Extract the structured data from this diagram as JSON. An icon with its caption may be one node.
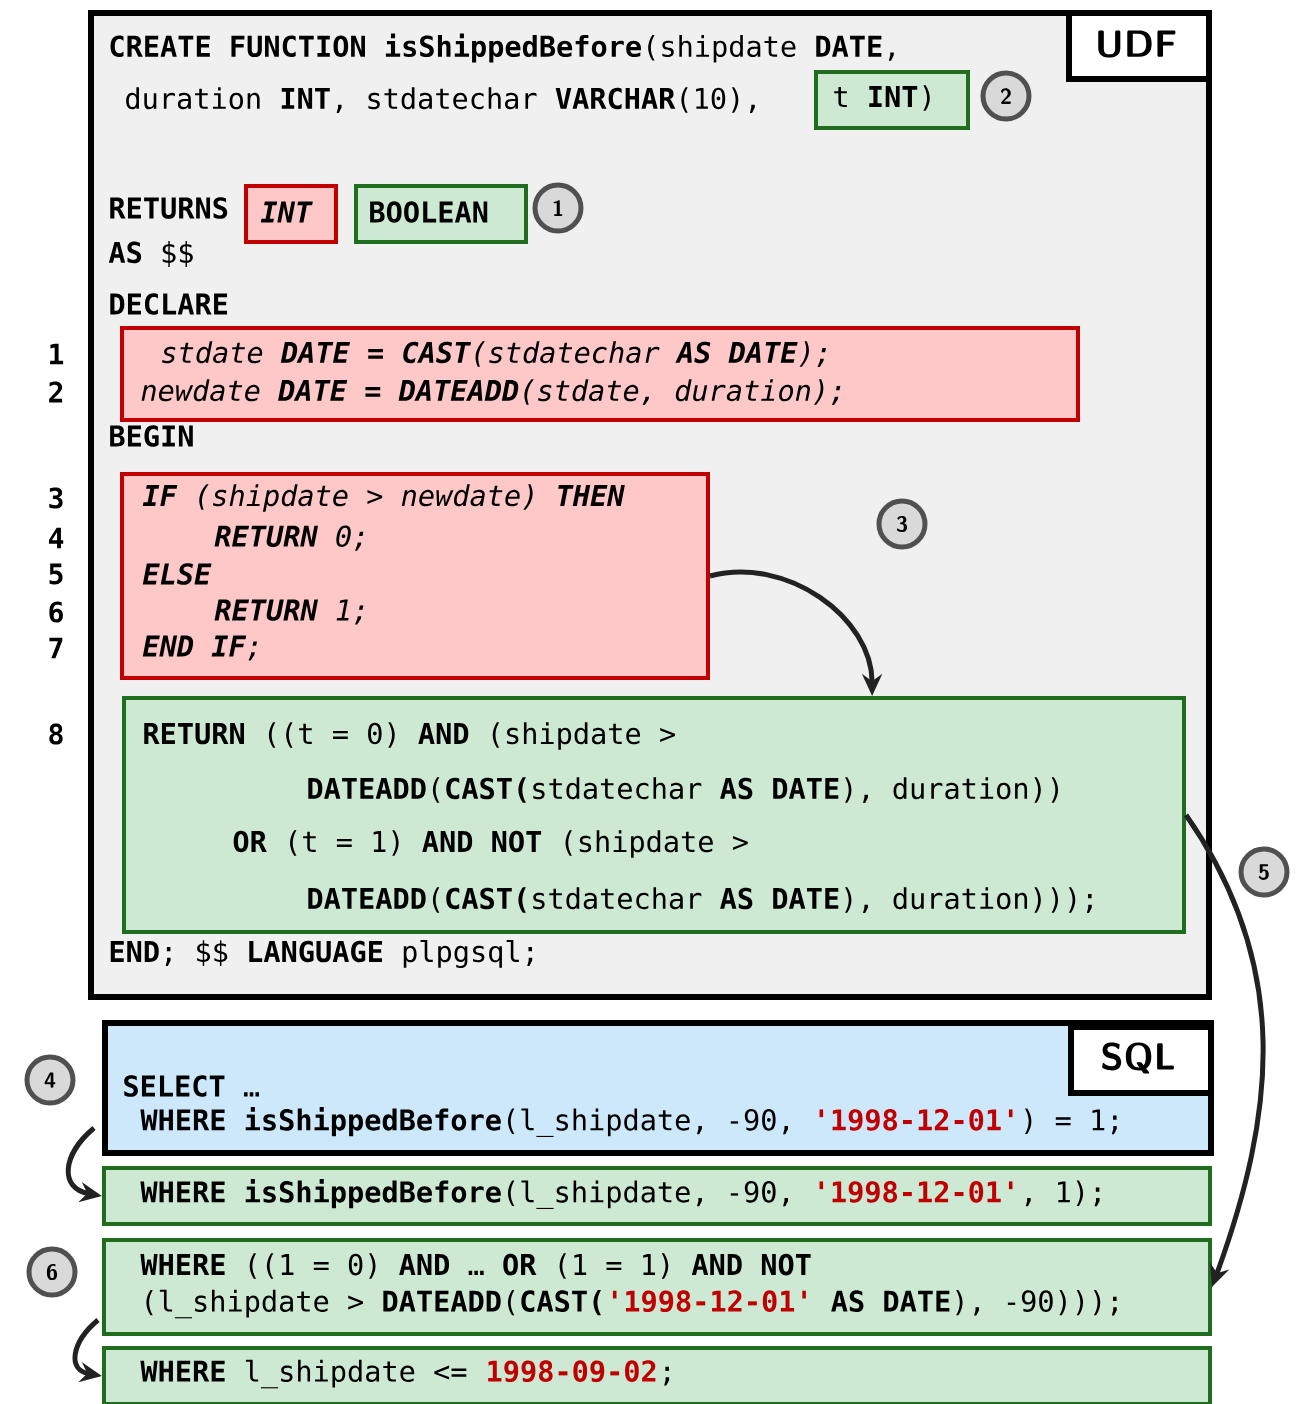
{
  "diagram": {
    "nodes": [
      {
        "text": [
          "**CREATE FUNCTION isShippedBefore**(shipdate **DATE**,",
          "duration **INT**, stdatechar **VARCHAR**(10),",
          "**RETURNS**",
          "**AS** $$",
          "**DECLARE**",
          "**BEGIN**",
          "**END**; $$ **LANGUAGE** plpgsql;"
        ]
      },
      {
        "text": [
          "UDF"
        ],
        "in": 0
      },
      {
        "text": [
          "t **INT**)"
        ],
        "in": 0
      },
      {
        "text": [
          "**INT**"
        ],
        "in": 0
      },
      {
        "text": [
          "**BOOLEAN**"
        ],
        "in": 0
      },
      {
        "text": [
          "stdate **DATE = CAST**(stdatechar **AS DATE**);",
          "newdate **DATE = DATEADD**(stdate, duration);"
        ],
        "in": 0
      },
      {
        "text": [
          "**IF** (shipdate > newdate) **THEN**",
          "**RETURN** 0;",
          "**ELSE**",
          "**RETURN** 1;",
          "**END IF**;"
        ],
        "in": 0
      },
      {
        "text": [
          "**RETURN** ((t = 0) **AND** (shipdate >",
          "**DATEADD**(**CAST(**stdatechar **AS DATE**), duration))",
          "**OR** (t = 1) **AND NOT** (shipdate >",
          "**DATEADD**(**CAST(**stdatechar **AS DATE**), duration)));"
        ],
        "in": 0
      },
      {
        "text": [
          "**SELECT** …",
          "**WHERE isShippedBefore**(l_shipdate, -90,",
          "**'1998-12-01'**",
          ") = 1;"
        ]
      },
      {
        "text": [
          "SQL"
        ],
        "in": 8
      },
      {
        "text": [
          "**WHERE isShippedBefore**(l_shipdate, -90,",
          "**'1998-12-01'**",
          ", 1);"
        ]
      },
      {
        "text": [
          "**WHERE** ((1 = 0) **AND** … **OR** (1 = 1) **AND NOT**",
          "(l_shipdate > **DATEADD**(**CAST(**",
          "**'1998-12-01'**",
          "**AS DATE**), -90)));"
        ]
      },
      {
        "text": [
          "**WHERE** l_shipdate <=",
          "**1998-09-02**",
          ";"
        ]
      }
    ],
    "edges": [
      {
        "from": 6,
        "to": 7,
        "arrow": "to"
      },
      {
        "from": 7,
        "to": 11,
        "arrow": "to"
      },
      {
        "from": 8,
        "to": 10,
        "arrow": "to"
      },
      {
        "from": 11,
        "to": 12,
        "arrow": "to"
      }
    ],
    "labels": [
      "2",
      "1",
      "1",
      "2",
      "3",
      "4",
      "5",
      "6",
      "7",
      "3",
      "8",
      "5",
      "4",
      "6"
    ]
  }
}
